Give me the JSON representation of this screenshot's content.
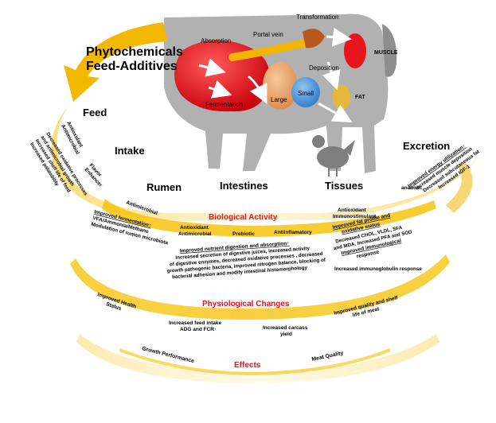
{
  "title": {
    "line1": "Phytochemicals",
    "line2": "Feed-Additives"
  },
  "stages": {
    "feed": "Feed",
    "intake": "Intake",
    "rumen": "Rumen",
    "intestines": "Intestines",
    "tissues": "Tissues",
    "excretion": "Excretion"
  },
  "animal_labels": {
    "absorption": "Absorption",
    "portal_vein": "Portal vein",
    "transformation": "Transformation",
    "muscle": "MUSCLE",
    "deposition": "Deposition",
    "fat": "FAT",
    "fermentation": "Fermentation",
    "large": "Large",
    "small": "Small"
  },
  "feed_effects": {
    "line1": "Antioxidant",
    "line2": "Antimicrobial",
    "line3": "Decreased oxidative processes",
    "line4": "and antimicrobial growth",
    "line5": "Increased shelf life of feed",
    "line6": "Increased palatability"
  },
  "intake_effects": {
    "line1": "Flavor",
    "line2": "Enhancer"
  },
  "band_titles": {
    "biological_activity": "Biological Activity",
    "physiological_changes": "Physiological Changes",
    "effects": "Effects"
  },
  "biological_activity": {
    "antimicrobial": "Antimicrobial",
    "antioxidant": "Antioxidant",
    "antimicrobial2": "Antimicrobial",
    "prebiotic": "Prebiotic",
    "antiinflamatory": "Antiinflamatory",
    "antioxidant_t": "Antioxidant",
    "immunostimulant": "Immunostimulant",
    "anabolic": "anabolic"
  },
  "physiological": {
    "rumen": [
      "Improved fermentation↑",
      "VFA/Ammonia/Methane",
      "Modulation of rumen microbiota"
    ],
    "intestines": [
      "Improved nutrient digestion and absorption↑",
      "Increased secretion of digestive juices, increased activity",
      "of digestive enzymes, decreased oxidative processes , decreased",
      "growth pathogenic bacteria, improved nitrogen balance, blocking of",
      "bacterial adhesion and modify intestinal histomorphology"
    ],
    "tissues": [
      "Improved fat profile and",
      "oxidative status",
      "Decreased CHOL, VLDL, SFA",
      "and MDA. Increased PFA and SOD",
      "Improved immunological",
      "response",
      "Increased immunoglobulin response"
    ],
    "excretion": [
      "Improved energy utilization↑",
      "Increased muscle deposition",
      "Decreased subcutaneous fat",
      "Increased IGF-1"
    ]
  },
  "effects": {
    "health": [
      "Improved Health",
      "Status"
    ],
    "feed_intake": [
      "Increased feed intake",
      "ADG and FCR↑"
    ],
    "carcass": [
      "Increased carcass",
      "yield"
    ],
    "meat": [
      "Improved quality and shelf",
      "life of meat"
    ],
    "growth": "Growth Performance",
    "meat_quality": "Meat Quality"
  },
  "colors": {
    "arc": "#f6c000",
    "arc_light": "#fbe7a0",
    "red": "#e8141b",
    "animal": "#9a9a9a"
  }
}
